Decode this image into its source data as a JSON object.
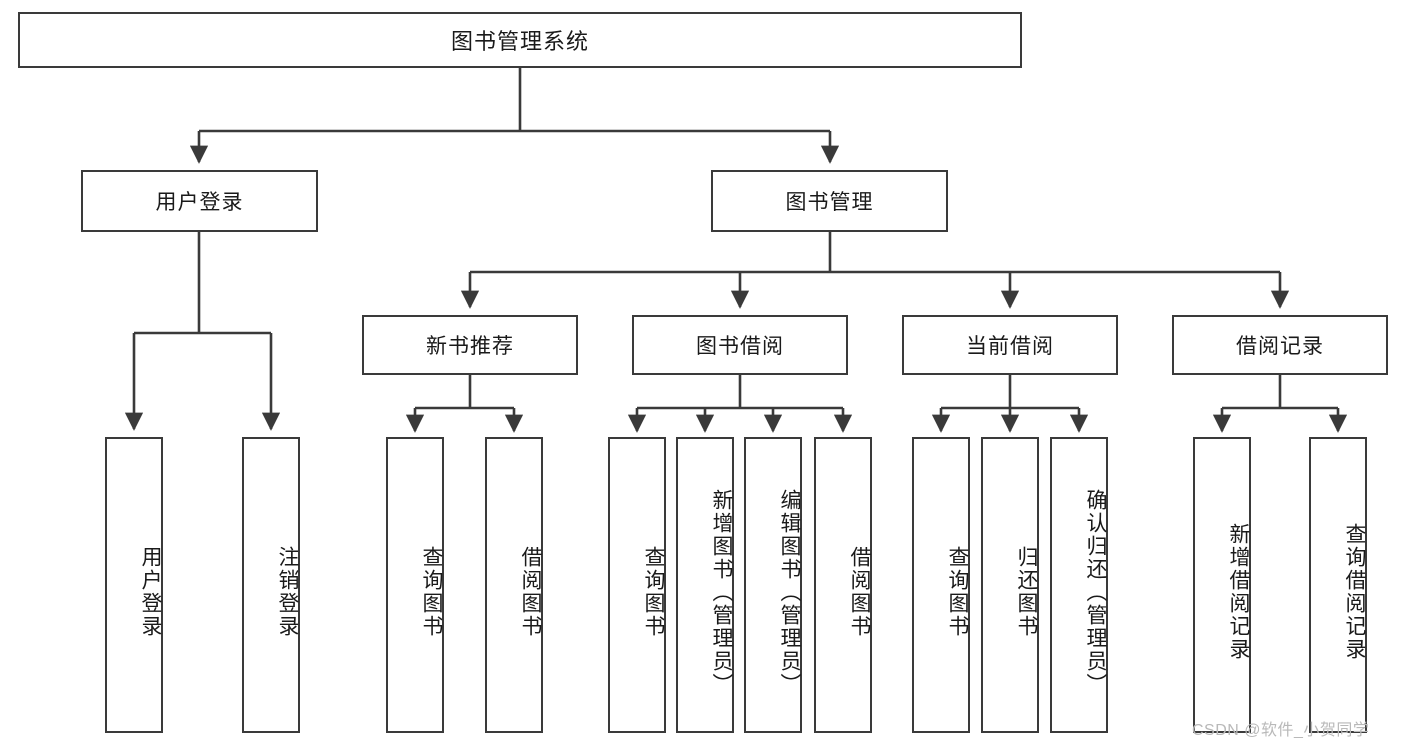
{
  "diagram": {
    "type": "tree-hierarchy",
    "title": "图书管理系统",
    "root": {
      "label": "图书管理系统"
    },
    "level2": [
      {
        "label": "用户登录"
      },
      {
        "label": "图书管理"
      }
    ],
    "level3": [
      {
        "label": "新书推荐"
      },
      {
        "label": "图书借阅"
      },
      {
        "label": "当前借阅"
      },
      {
        "label": "借阅记录"
      }
    ],
    "leaves": {
      "user_login": [
        {
          "label": "用户登录"
        },
        {
          "label": "注销登录"
        }
      ],
      "new_book_recommend": [
        {
          "label": "查询图书"
        },
        {
          "label": "借阅图书"
        }
      ],
      "book_borrow": [
        {
          "label": "查询图书"
        },
        {
          "label": "新增图书（管理员）"
        },
        {
          "label": "编辑图书（管理员）"
        },
        {
          "label": "借阅图书"
        }
      ],
      "current_borrow": [
        {
          "label": "查询图书"
        },
        {
          "label": "归还图书"
        },
        {
          "label": "确认归还（管理员）"
        }
      ],
      "borrow_record": [
        {
          "label": "新增借阅记录"
        },
        {
          "label": "查询借阅记录"
        }
      ]
    }
  },
  "watermark": {
    "text": "CSDN @软件_小贺同学"
  },
  "colors": {
    "box_border": "#3a3a3a",
    "box_fill": "#ffffff",
    "line": "#3a3a3a",
    "text": "#1a1a1a",
    "watermark": "#b9b9b9"
  }
}
